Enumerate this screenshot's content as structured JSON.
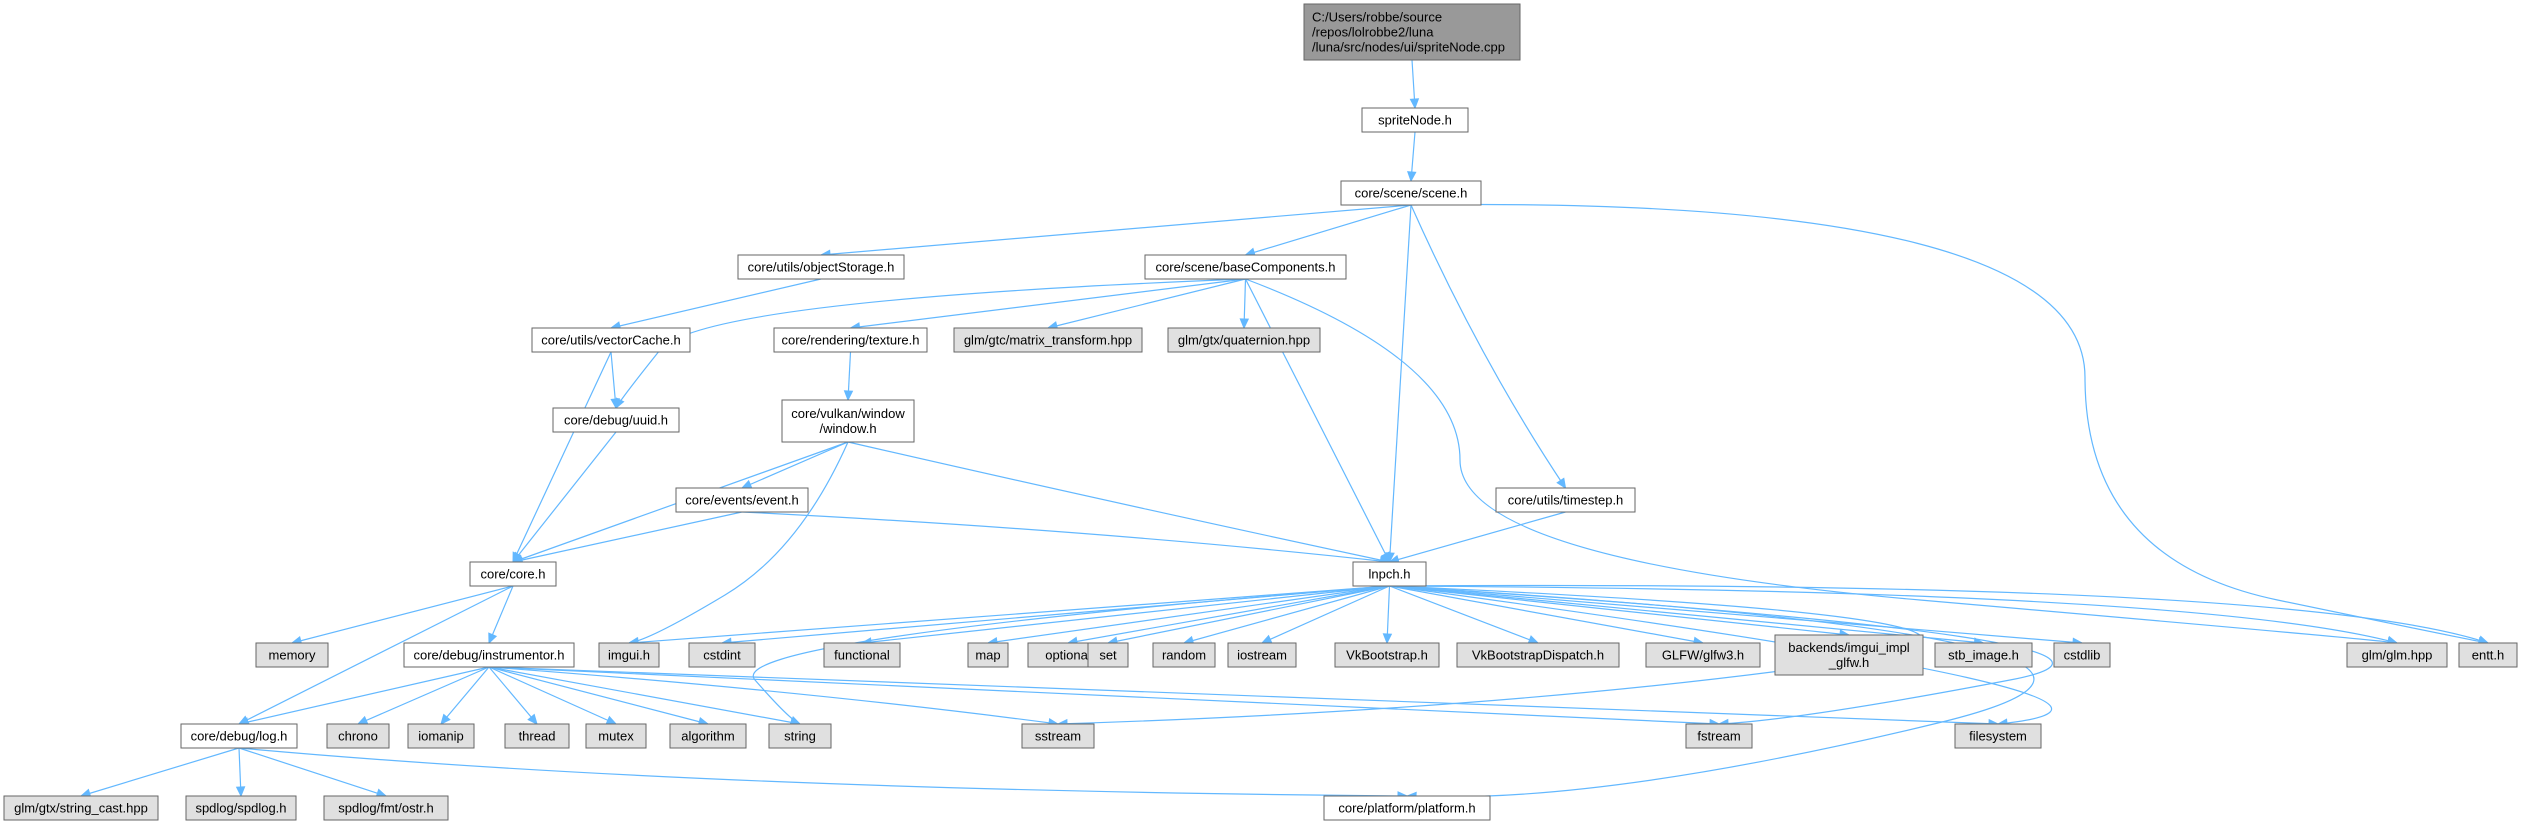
{
  "colors": {
    "root_fill": "#999999",
    "header_fill": "#ffffff",
    "system_fill": "#e0e0e0",
    "border": "#666666",
    "edge": "#63b8ff"
  },
  "nodes": [
    {
      "id": "root",
      "lines": [
        "C:/Users/robbe/source",
        "/repos/lolrobbe2/luna",
        "/luna/src/nodes/ui/spriteNode.cpp"
      ],
      "kind": "root"
    },
    {
      "id": "spriteNode",
      "lines": [
        "spriteNode.h"
      ],
      "kind": "header"
    },
    {
      "id": "scene",
      "lines": [
        "core/scene/scene.h"
      ],
      "kind": "header"
    },
    {
      "id": "objectStorage",
      "lines": [
        "core/utils/objectStorage.h"
      ],
      "kind": "header"
    },
    {
      "id": "baseComponents",
      "lines": [
        "core/scene/baseComponents.h"
      ],
      "kind": "header"
    },
    {
      "id": "vectorCache",
      "lines": [
        "core/utils/vectorCache.h"
      ],
      "kind": "header"
    },
    {
      "id": "texture",
      "lines": [
        "core/rendering/texture.h"
      ],
      "kind": "header"
    },
    {
      "id": "matrix_transform",
      "lines": [
        "glm/gtc/matrix_transform.hpp"
      ],
      "kind": "system"
    },
    {
      "id": "quaternion",
      "lines": [
        "glm/gtx/quaternion.hpp"
      ],
      "kind": "system"
    },
    {
      "id": "uuid",
      "lines": [
        "core/debug/uuid.h"
      ],
      "kind": "header"
    },
    {
      "id": "window",
      "lines": [
        "core/vulkan/window",
        "/window.h"
      ],
      "kind": "header"
    },
    {
      "id": "event",
      "lines": [
        "core/events/event.h"
      ],
      "kind": "header"
    },
    {
      "id": "timestep",
      "lines": [
        "core/utils/timestep.h"
      ],
      "kind": "header"
    },
    {
      "id": "core",
      "lines": [
        "core/core.h"
      ],
      "kind": "header"
    },
    {
      "id": "lnpch",
      "lines": [
        "lnpch.h"
      ],
      "kind": "header"
    },
    {
      "id": "memory",
      "lines": [
        "memory"
      ],
      "kind": "system"
    },
    {
      "id": "instrumentor",
      "lines": [
        "core/debug/instrumentor.h"
      ],
      "kind": "header"
    },
    {
      "id": "imgui",
      "lines": [
        "imgui.h"
      ],
      "kind": "system"
    },
    {
      "id": "cstdint",
      "lines": [
        "cstdint"
      ],
      "kind": "system"
    },
    {
      "id": "functional",
      "lines": [
        "functional"
      ],
      "kind": "system"
    },
    {
      "id": "map",
      "lines": [
        "map"
      ],
      "kind": "system"
    },
    {
      "id": "optional",
      "lines": [
        "optional"
      ],
      "kind": "system"
    },
    {
      "id": "set",
      "lines": [
        "set"
      ],
      "kind": "system"
    },
    {
      "id": "random",
      "lines": [
        "random"
      ],
      "kind": "system"
    },
    {
      "id": "iostream",
      "lines": [
        "iostream"
      ],
      "kind": "system"
    },
    {
      "id": "VkBootstrap",
      "lines": [
        "VkBootstrap.h"
      ],
      "kind": "system"
    },
    {
      "id": "VkBootstrapDispatch",
      "lines": [
        "VkBootstrapDispatch.h"
      ],
      "kind": "system"
    },
    {
      "id": "glfw3",
      "lines": [
        "GLFW/glfw3.h"
      ],
      "kind": "system"
    },
    {
      "id": "imgui_impl_glfw",
      "lines": [
        "backends/imgui_impl",
        "_glfw.h"
      ],
      "kind": "system"
    },
    {
      "id": "stb_image",
      "lines": [
        "stb_image.h"
      ],
      "kind": "system"
    },
    {
      "id": "cstdlib",
      "lines": [
        "cstdlib"
      ],
      "kind": "system"
    },
    {
      "id": "glm",
      "lines": [
        "glm/glm.hpp"
      ],
      "kind": "system"
    },
    {
      "id": "entt",
      "lines": [
        "entt.h"
      ],
      "kind": "system"
    },
    {
      "id": "log",
      "lines": [
        "core/debug/log.h"
      ],
      "kind": "header"
    },
    {
      "id": "chrono",
      "lines": [
        "chrono"
      ],
      "kind": "system"
    },
    {
      "id": "iomanip",
      "lines": [
        "iomanip"
      ],
      "kind": "system"
    },
    {
      "id": "thread",
      "lines": [
        "thread"
      ],
      "kind": "system"
    },
    {
      "id": "mutex",
      "lines": [
        "mutex"
      ],
      "kind": "system"
    },
    {
      "id": "algorithm",
      "lines": [
        "algorithm"
      ],
      "kind": "system"
    },
    {
      "id": "string",
      "lines": [
        "string"
      ],
      "kind": "system"
    },
    {
      "id": "sstream",
      "lines": [
        "sstream"
      ],
      "kind": "system"
    },
    {
      "id": "fstream",
      "lines": [
        "fstream"
      ],
      "kind": "system"
    },
    {
      "id": "filesystem",
      "lines": [
        "filesystem"
      ],
      "kind": "system"
    },
    {
      "id": "string_cast",
      "lines": [
        "glm/gtx/string_cast.hpp"
      ],
      "kind": "system"
    },
    {
      "id": "spdlog",
      "lines": [
        "spdlog/spdlog.h"
      ],
      "kind": "system"
    },
    {
      "id": "ostr",
      "lines": [
        "spdlog/fmt/ostr.h"
      ],
      "kind": "system"
    },
    {
      "id": "platform",
      "lines": [
        "core/platform/platform.h"
      ],
      "kind": "header"
    }
  ],
  "edges": [
    [
      "root",
      "spriteNode"
    ],
    [
      "spriteNode",
      "scene"
    ],
    [
      "scene",
      "objectStorage"
    ],
    [
      "scene",
      "baseComponents"
    ],
    [
      "scene",
      "lnpch"
    ],
    [
      "scene",
      "timestep"
    ],
    [
      "scene",
      "entt"
    ],
    [
      "objectStorage",
      "vectorCache"
    ],
    [
      "baseComponents",
      "texture"
    ],
    [
      "baseComponents",
      "matrix_transform"
    ],
    [
      "baseComponents",
      "quaternion"
    ],
    [
      "baseComponents",
      "uuid"
    ],
    [
      "baseComponents",
      "lnpch"
    ],
    [
      "baseComponents",
      "glm"
    ],
    [
      "vectorCache",
      "uuid"
    ],
    [
      "vectorCache",
      "core"
    ],
    [
      "texture",
      "window"
    ],
    [
      "uuid",
      "core"
    ],
    [
      "window",
      "event"
    ],
    [
      "window",
      "core"
    ],
    [
      "window",
      "lnpch"
    ],
    [
      "window",
      "imgui"
    ],
    [
      "event",
      "core"
    ],
    [
      "event",
      "lnpch"
    ],
    [
      "timestep",
      "lnpch"
    ],
    [
      "core",
      "memory"
    ],
    [
      "core",
      "instrumentor"
    ],
    [
      "core",
      "log"
    ],
    [
      "instrumentor",
      "log"
    ],
    [
      "instrumentor",
      "chrono"
    ],
    [
      "instrumentor",
      "iomanip"
    ],
    [
      "instrumentor",
      "thread"
    ],
    [
      "instrumentor",
      "mutex"
    ],
    [
      "instrumentor",
      "algorithm"
    ],
    [
      "instrumentor",
      "string"
    ],
    [
      "instrumentor",
      "sstream"
    ],
    [
      "instrumentor",
      "fstream"
    ],
    [
      "instrumentor",
      "filesystem"
    ],
    [
      "log",
      "string_cast"
    ],
    [
      "log",
      "spdlog"
    ],
    [
      "log",
      "ostr"
    ],
    [
      "log",
      "platform"
    ],
    [
      "lnpch",
      "imgui"
    ],
    [
      "lnpch",
      "cstdint"
    ],
    [
      "lnpch",
      "functional"
    ],
    [
      "lnpch",
      "map"
    ],
    [
      "lnpch",
      "optional"
    ],
    [
      "lnpch",
      "set"
    ],
    [
      "lnpch",
      "random"
    ],
    [
      "lnpch",
      "iostream"
    ],
    [
      "lnpch",
      "VkBootstrap"
    ],
    [
      "lnpch",
      "VkBootstrapDispatch"
    ],
    [
      "lnpch",
      "glfw3"
    ],
    [
      "lnpch",
      "imgui_impl_glfw"
    ],
    [
      "lnpch",
      "stb_image"
    ],
    [
      "lnpch",
      "cstdlib"
    ],
    [
      "lnpch",
      "glm"
    ],
    [
      "lnpch",
      "entt"
    ],
    [
      "lnpch",
      "string"
    ],
    [
      "lnpch",
      "sstream"
    ],
    [
      "lnpch",
      "fstream"
    ],
    [
      "lnpch",
      "filesystem"
    ],
    [
      "lnpch",
      "platform"
    ]
  ]
}
